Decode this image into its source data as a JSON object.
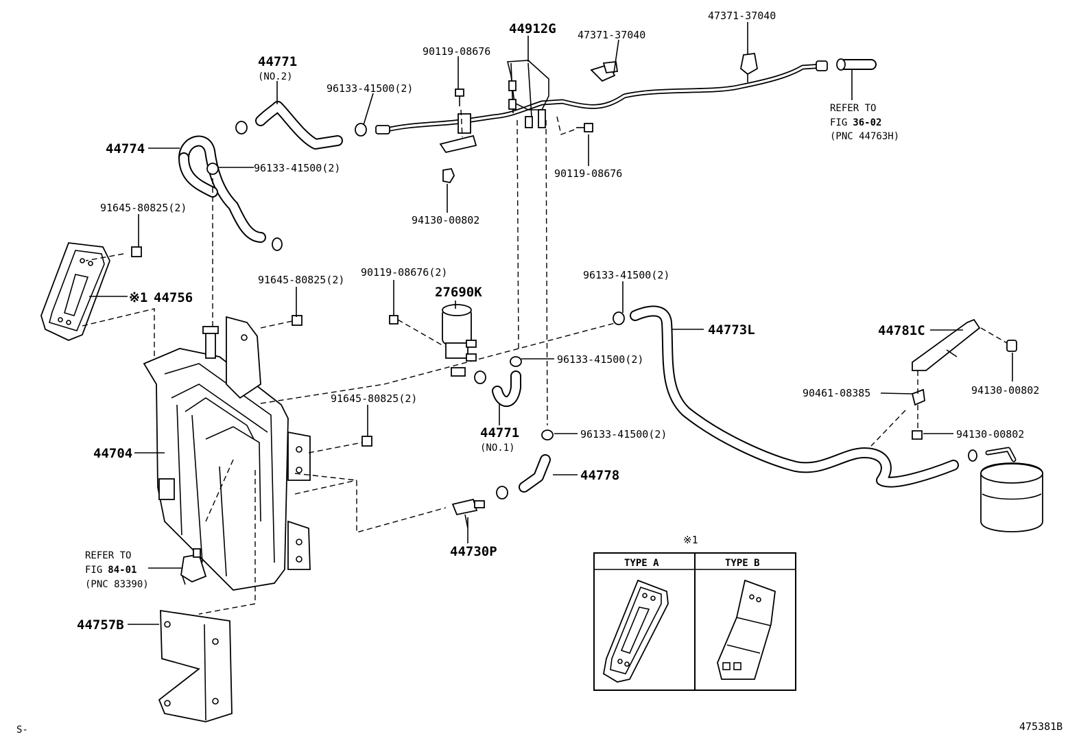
{
  "labels": {
    "p44912g": "44912G",
    "p47371_a": "47371-37040",
    "p47371_b": "47371-37040",
    "p90119_a": "90119-08676",
    "p96133_a": "96133-41500(2)",
    "p44771_top": "44771",
    "p44771_top_sub": "(NO.2)",
    "p44774": "44774",
    "p96133_b": "96133-41500(2)",
    "p94130_a": "94130-00802",
    "p90119_b": "90119-08676",
    "refer_a_1": "REFER TO",
    "refer_a_2_pre": "FIG",
    "refer_a_2_num": "36-02",
    "refer_a_3": "(PNC 44763H)",
    "p91645_a": "91645-80825(2)",
    "p44756_mark": "※1",
    "p44756": "44756",
    "p91645_b": "91645-80825(2)",
    "p90119_c": "90119-08676(2)",
    "p27690k": "27690K",
    "p96133_c": "96133-41500(2)",
    "p44773l": "44773L",
    "p44781c": "44781C",
    "p94130_b": "94130-00802",
    "p96133_d": "96133-41500(2)",
    "p90461": "90461-08385",
    "p94130_c": "94130-00802",
    "p91645_c": "91645-80825(2)",
    "p44704": "44704",
    "p44771_mid": "44771",
    "p44771_mid_sub": "(NO.1)",
    "p96133_e": "96133-41500(2)",
    "p44778": "44778",
    "p44730p": "44730P",
    "refer_b_1": "REFER TO",
    "refer_b_2_pre": "FIG",
    "refer_b_2_num": "84-01",
    "refer_b_3": "(PNC 83390)",
    "p44757b": "44757B",
    "inset_mark": "※1",
    "type_a": "TYPE A",
    "type_b": "TYPE B",
    "corner_left": "S-",
    "corner_right": "475381B"
  }
}
